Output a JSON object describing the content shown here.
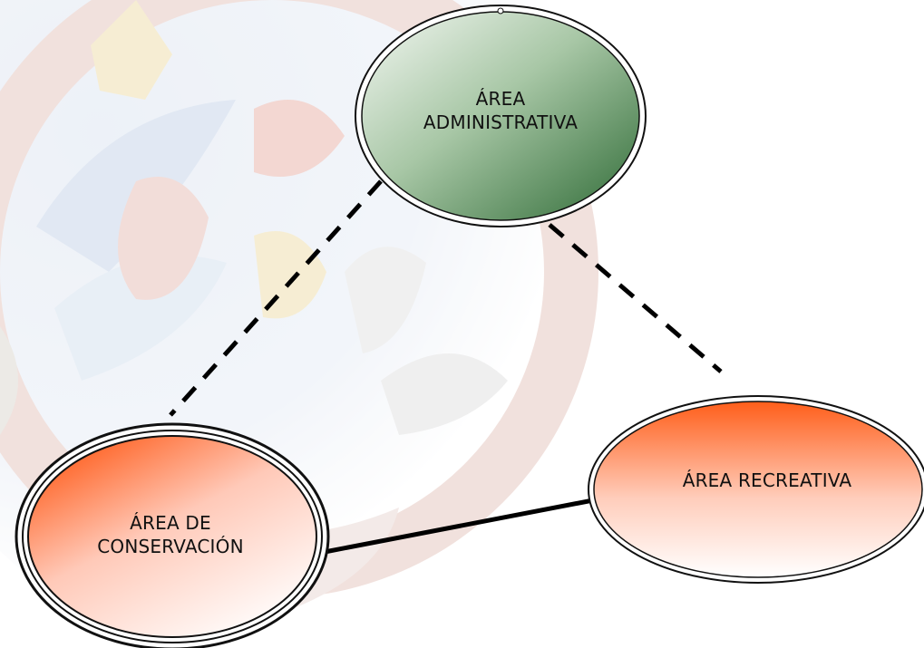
{
  "diagram": {
    "nodes": [
      {
        "id": "admin",
        "line1": "ÁREA",
        "line2": "ADMINISTRATIVA"
      },
      {
        "id": "conservation",
        "line1": "ÁREA DE",
        "line2": "CONSERVACIÓN"
      },
      {
        "id": "recreation",
        "line1": "ÁREA RECREATIVA",
        "line2": ""
      }
    ],
    "edges": [
      {
        "from": "admin",
        "to": "conservation",
        "style": "dashed"
      },
      {
        "from": "admin",
        "to": "recreation",
        "style": "dashed"
      },
      {
        "from": "conservation",
        "to": "recreation",
        "style": "solid"
      }
    ]
  },
  "colors": {
    "admin_fill_light": "#f2f7f1",
    "admin_fill_dark": "#2f6b36",
    "orange_fill_dark": "#ff5e1a",
    "orange_fill_light": "#ffffff",
    "outline": "#111111",
    "seal_blue": "#c7d6ea",
    "seal_red": "#e9b8b0",
    "seal_gold": "#efe0b0",
    "seal_grey": "#e3e3e3"
  }
}
